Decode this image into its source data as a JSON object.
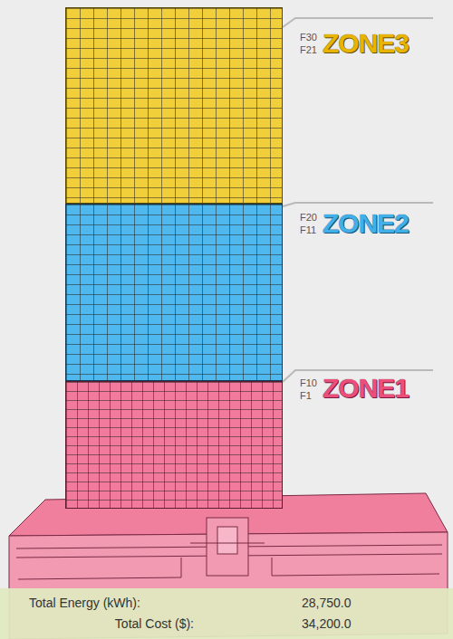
{
  "diagram": {
    "nodes": [
      {
        "text": [
          "F30",
          "F21",
          "ZONE3"
        ]
      },
      {
        "text": [
          "F20",
          "F11",
          "ZONE2"
        ]
      },
      {
        "text": [
          "F10",
          "F1",
          "ZONE1"
        ]
      },
      {
        "text": [
          "Total Energy (kWh):",
          "28,750.0",
          "Total Cost ($):",
          "34,200.0"
        ]
      }
    ]
  }
}
